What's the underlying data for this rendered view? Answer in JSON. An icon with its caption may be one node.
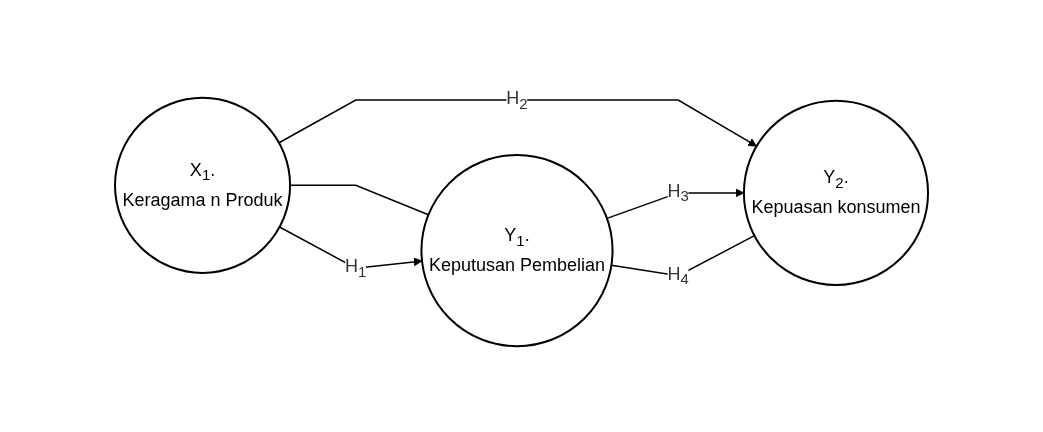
{
  "diagram": {
    "nodes": [
      {
        "text": [
          "X$_{1}$.",
          "Keragama n Produk"
        ]
      },
      {
        "text": [
          "Y$_{1}$.",
          "Keputusan Pembelian"
        ]
      },
      {
        "text": [
          "Y$_{2}$.",
          "Kepuasan konsumen"
        ]
      }
    ],
    "edges": [
      {
        "from": 0,
        "to": 1,
        "arrow": "none"
      },
      {
        "from": 0,
        "to": 1,
        "arrow": "to",
        "label": "H$_{1}$"
      },
      {
        "from": 0,
        "to": 2,
        "arrow": "to",
        "label": "H$_{2}$"
      },
      {
        "from": 1,
        "to": 2,
        "arrow": "to",
        "label": "H$_{3}$"
      },
      {
        "from": 1,
        "to": 2,
        "arrow": "none",
        "label": "H$_{4}$"
      }
    ]
  }
}
